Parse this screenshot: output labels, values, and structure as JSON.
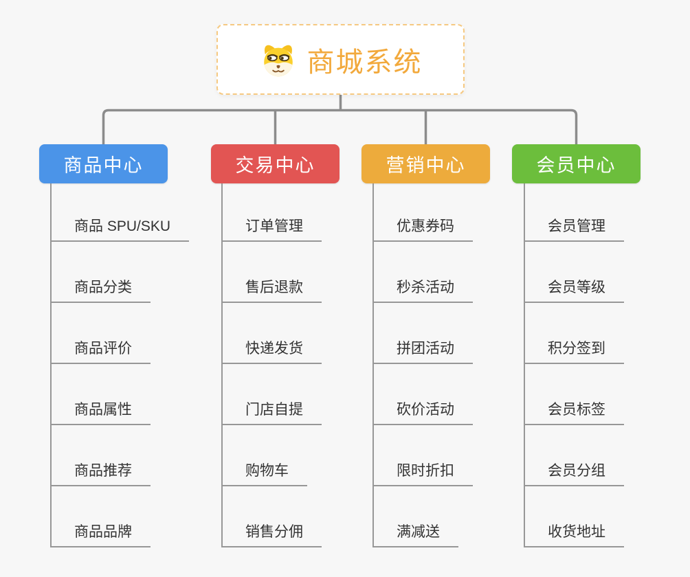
{
  "root": {
    "title": "商城系统",
    "icon": "dog-face-icon",
    "accent_color": "#F2A93C",
    "border_color": "#F6C981"
  },
  "connector_color": "#8C8C8C",
  "branches": [
    {
      "label": "商品中心",
      "color": "#4B94E8",
      "children": [
        "商品 SPU/SKU",
        "商品分类",
        "商品评价",
        "商品属性",
        "商品推荐",
        "商品品牌"
      ]
    },
    {
      "label": "交易中心",
      "color": "#E25553",
      "children": [
        "订单管理",
        "售后退款",
        "快递发货",
        "门店自提",
        "购物车",
        "销售分佣"
      ]
    },
    {
      "label": "营销中心",
      "color": "#EDAB3C",
      "children": [
        "优惠券码",
        "秒杀活动",
        "拼团活动",
        "砍价活动",
        "限时折扣",
        "满减送"
      ]
    },
    {
      "label": "会员中心",
      "color": "#6CBE3C",
      "children": [
        "会员管理",
        "会员等级",
        "积分签到",
        "会员标签",
        "会员分组",
        "收货地址"
      ]
    }
  ]
}
